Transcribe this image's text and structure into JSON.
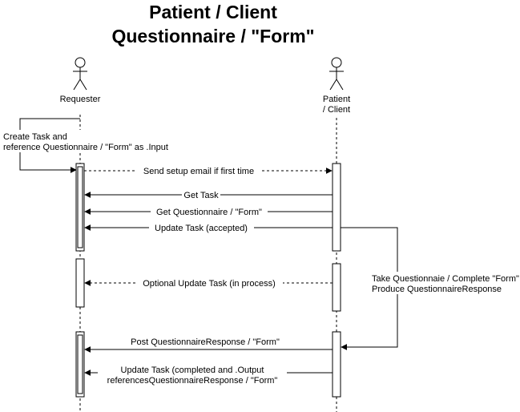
{
  "diagram": {
    "title_line1": "Patient / Client",
    "title_line2": "Questionnaire / \"Form\"",
    "actors": {
      "requester": {
        "label": "Requester",
        "icon": "stick-figure-icon"
      },
      "patient": {
        "label_line1": "Patient",
        "label_line2": "/ Client",
        "icon": "stick-figure-icon"
      }
    },
    "self_note": {
      "line1": "Create Task and",
      "line2": "reference Questionnaire / \"Form\" as .Input"
    },
    "messages": [
      {
        "label": "Send setup email if first time",
        "from": "requester",
        "to": "patient",
        "style": "dashed"
      },
      {
        "label": "Get Task",
        "from": "patient",
        "to": "requester",
        "style": "solid"
      },
      {
        "label": "Get Questionnaire / \"Form\"",
        "from": "patient",
        "to": "requester",
        "style": "solid"
      },
      {
        "label": "Update Task (accepted)",
        "from": "patient",
        "to": "requester",
        "style": "solid"
      },
      {
        "label": "Optional Update Task (in process)",
        "from": "patient",
        "to": "requester",
        "style": "dashed"
      },
      {
        "label": "Post QuestionnaireResponse / \"Form\"",
        "from": "patient",
        "to": "requester",
        "style": "solid"
      },
      {
        "label_line1": "Update Task (completed and .Output",
        "label_line2": "referencesQuestionnaireResponse / \"Form\"",
        "from": "patient",
        "to": "requester",
        "style": "solid"
      }
    ],
    "side_note": {
      "line1": "Take Questionnaie / Complete \"Form\"",
      "line2": "Produce QuestionnaireResponse"
    },
    "colors": {
      "line": "#000000",
      "background": "#ffffff"
    }
  }
}
